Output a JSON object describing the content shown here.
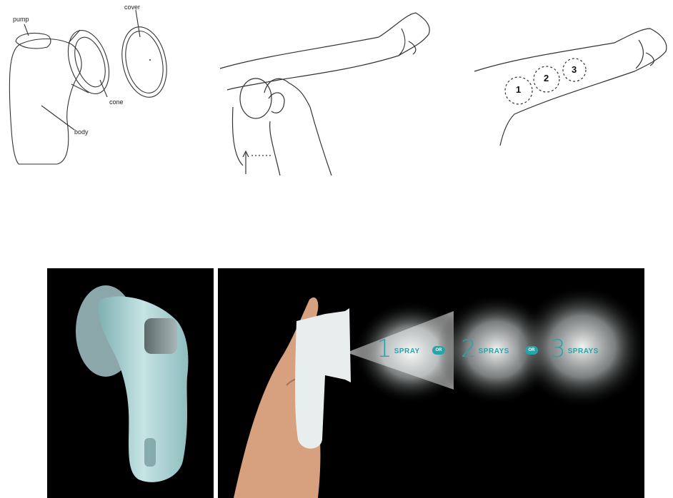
{
  "sketch_device": {
    "labels": {
      "pump": "pump",
      "cover": "cover",
      "cone": "cone",
      "body": "body"
    }
  },
  "sketch_arm_zones": {
    "zones": [
      "1",
      "2",
      "3"
    ]
  },
  "spray_photo": {
    "steps": [
      {
        "number": "1",
        "word": "SPRAY"
      },
      {
        "number": "2",
        "word": "SPRAYS"
      },
      {
        "number": "3",
        "word": "SPRAYS"
      }
    ],
    "separator": "OR",
    "colors": {
      "accent": "#2aa3a8",
      "device": "#b9dcdc",
      "background": "#000000"
    }
  }
}
